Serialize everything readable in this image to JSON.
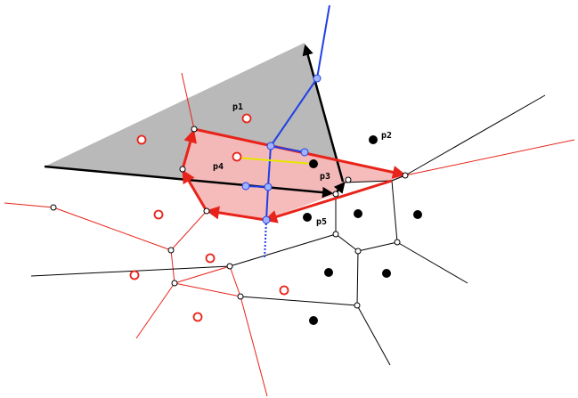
{
  "labels": {
    "p1": "p1",
    "p2": "p2",
    "p3": "p3",
    "p4": "p4",
    "p5": "p5"
  },
  "colors": {
    "black_edge": "#000000",
    "red_edge": "#e8231a",
    "blue_path": "#1f3fe6",
    "yellow_segment": "#e6e600",
    "gray_region": "#b9b9b9",
    "pink_region": "#f6b8b8",
    "blue_node_fill": "#9fb3ff",
    "red_site": "#e8231a",
    "black_site": "#000000"
  }
}
